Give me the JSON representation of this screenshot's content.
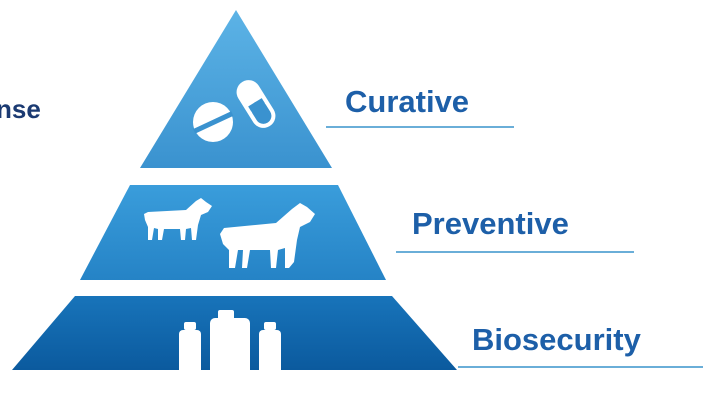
{
  "side_label": "nse",
  "tiers": [
    {
      "label": "Curative",
      "icon": "pills-icon"
    },
    {
      "label": "Preventive",
      "icon": "cows-icon"
    },
    {
      "label": "Biosecurity",
      "icon": "disinfectant-bottles-icon"
    }
  ],
  "colors": {
    "label_text": "#1d5fa8",
    "side_text": "#1b3a72",
    "underline": "#6aaed8",
    "tier_top": "#4aa3dc",
    "tier_middle": "#2f8fd0",
    "tier_bottom": "#0f66ad",
    "icon": "#ffffff"
  }
}
